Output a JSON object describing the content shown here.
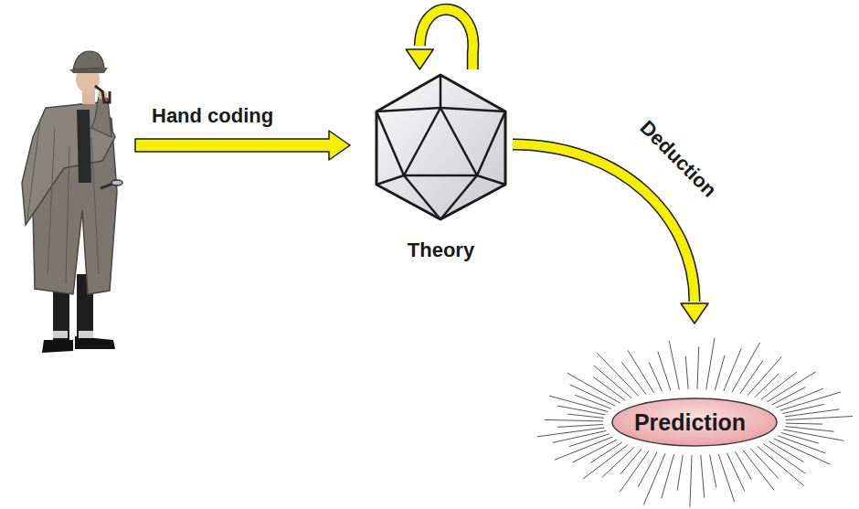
{
  "diagram": {
    "nodes": [
      {
        "text": [
          "Theory"
        ]
      },
      {
        "text": [
          "Prediction"
        ]
      }
    ],
    "edges": [
      {
        "from": 0,
        "to": 0,
        "arrow": "to"
      },
      {
        "from": 0,
        "to": 1,
        "arrow": "to",
        "label": "Deduction"
      }
    ],
    "labels": [
      "Hand coding"
    ]
  }
}
